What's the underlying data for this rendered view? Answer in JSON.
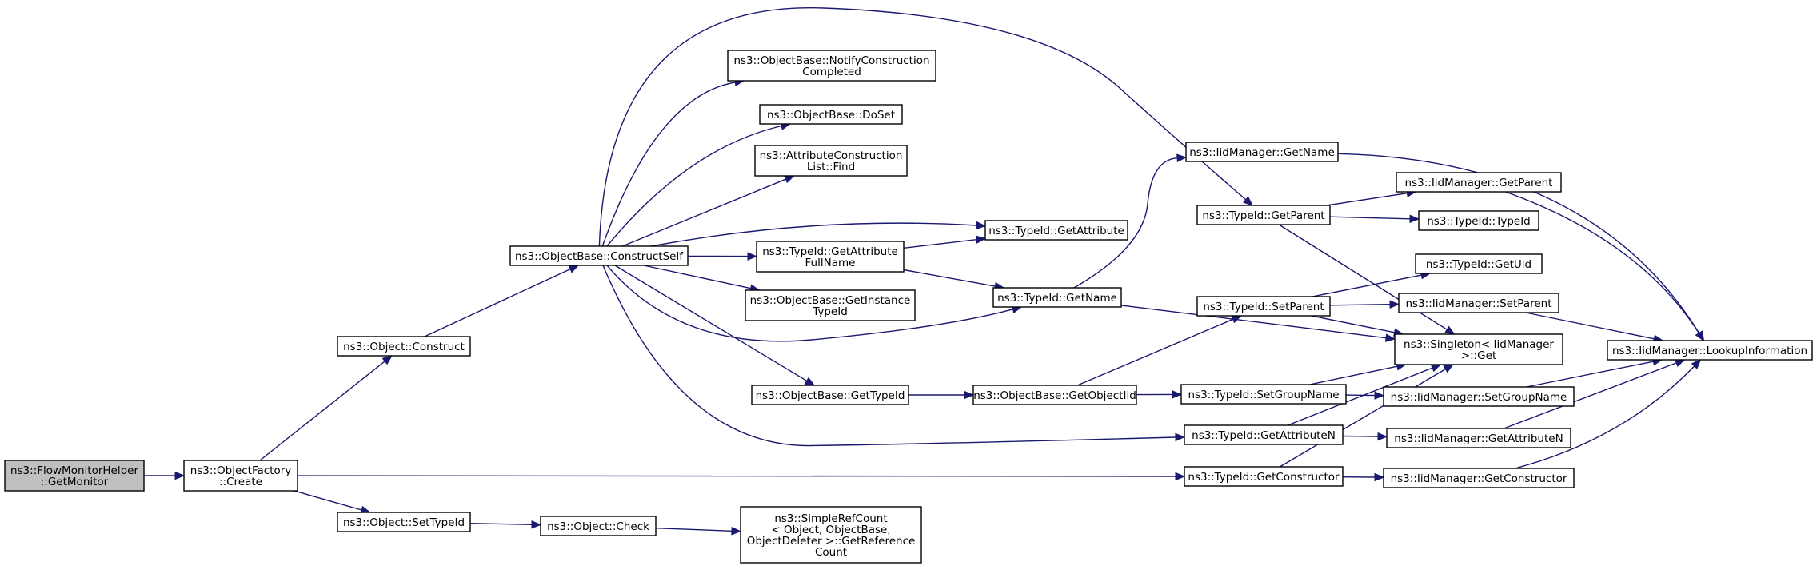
{
  "title": "",
  "colors": {
    "edge": "#191970",
    "node_fill": "#ffffff",
    "root_fill": "#bfbfbf",
    "node_border": "#000000"
  },
  "nodes": [
    {
      "id": "flowmon",
      "lines": [
        "ns3::FlowMonitorHelper",
        "::GetMonitor"
      ],
      "root": true
    },
    {
      "id": "factory_create",
      "lines": [
        "ns3::ObjectFactory",
        "::Create"
      ]
    },
    {
      "id": "obj_construct",
      "lines": [
        "ns3::Object::Construct"
      ]
    },
    {
      "id": "obj_settypeid",
      "lines": [
        "ns3::Object::SetTypeId"
      ]
    },
    {
      "id": "obj_check",
      "lines": [
        "ns3::Object::Check"
      ]
    },
    {
      "id": "simplerefcount",
      "lines": [
        "ns3::SimpleRefCount",
        "< Object, ObjectBase,",
        " ObjectDeleter >::GetReference",
        "Count"
      ]
    },
    {
      "id": "constructself",
      "lines": [
        "ns3::ObjectBase::ConstructSelf"
      ]
    },
    {
      "id": "notifyconstr",
      "lines": [
        "ns3::ObjectBase::NotifyConstruction",
        "Completed"
      ]
    },
    {
      "id": "doset",
      "lines": [
        "ns3::ObjectBase::DoSet"
      ]
    },
    {
      "id": "attrconstrfind",
      "lines": [
        "ns3::AttributeConstruction",
        "List::Find"
      ]
    },
    {
      "id": "getattrfullname",
      "lines": [
        "ns3::TypeId::GetAttribute",
        "FullName"
      ]
    },
    {
      "id": "getinstancetypeid",
      "lines": [
        "ns3::ObjectBase::GetInstance",
        "TypeId"
      ]
    },
    {
      "id": "getattribute",
      "lines": [
        "ns3::TypeId::GetAttribute"
      ]
    },
    {
      "id": "getname",
      "lines": [
        "ns3::TypeId::GetName"
      ]
    },
    {
      "id": "ob_gettypeid",
      "lines": [
        "ns3::ObjectBase::GetTypeId"
      ]
    },
    {
      "id": "getobjectiid",
      "lines": [
        "ns3::ObjectBase::GetObjectIid"
      ]
    },
    {
      "id": "iid_getname",
      "lines": [
        "ns3::IidManager::GetName"
      ]
    },
    {
      "id": "tid_getparent",
      "lines": [
        "ns3::TypeId::GetParent"
      ]
    },
    {
      "id": "tid_setparent",
      "lines": [
        "ns3::TypeId::SetParent"
      ]
    },
    {
      "id": "tid_setgroupname",
      "lines": [
        "ns3::TypeId::SetGroupName"
      ]
    },
    {
      "id": "tid_getattributen",
      "lines": [
        "ns3::TypeId::GetAttributeN"
      ]
    },
    {
      "id": "tid_getconstructor",
      "lines": [
        "ns3::TypeId::GetConstructor"
      ]
    },
    {
      "id": "iid_getparent",
      "lines": [
        "ns3::IidManager::GetParent"
      ]
    },
    {
      "id": "tid_typeid",
      "lines": [
        "ns3::TypeId::TypeId"
      ]
    },
    {
      "id": "tid_getuid",
      "lines": [
        "ns3::TypeId::GetUid"
      ]
    },
    {
      "id": "iid_setparent",
      "lines": [
        "ns3::IidManager::SetParent"
      ]
    },
    {
      "id": "singleton_get",
      "lines": [
        "ns3::Singleton< IidManager",
        " >::Get"
      ]
    },
    {
      "id": "iid_setgroupname",
      "lines": [
        "ns3::IidManager::SetGroupName"
      ]
    },
    {
      "id": "iid_getattributen",
      "lines": [
        "ns3::IidManager::GetAttributeN"
      ]
    },
    {
      "id": "iid_getconstructor",
      "lines": [
        "ns3::IidManager::GetConstructor"
      ]
    },
    {
      "id": "iid_lookup",
      "lines": [
        "ns3::IidManager::LookupInformation"
      ]
    }
  ],
  "edges": [
    [
      "flowmon",
      "factory_create"
    ],
    [
      "factory_create",
      "obj_construct"
    ],
    [
      "factory_create",
      "obj_settypeid"
    ],
    [
      "factory_create",
      "tid_getconstructor"
    ],
    [
      "obj_settypeid",
      "obj_check"
    ],
    [
      "obj_check",
      "simplerefcount"
    ],
    [
      "obj_construct",
      "constructself"
    ],
    [
      "constructself",
      "notifyconstr"
    ],
    [
      "constructself",
      "doset"
    ],
    [
      "constructself",
      "attrconstrfind"
    ],
    [
      "constructself",
      "getattribute"
    ],
    [
      "constructself",
      "getattrfullname"
    ],
    [
      "constructself",
      "getinstancetypeid"
    ],
    [
      "constructself",
      "getname"
    ],
    [
      "constructself",
      "ob_gettypeid"
    ],
    [
      "constructself",
      "tid_getparent"
    ],
    [
      "constructself",
      "tid_getattributen"
    ],
    [
      "getattrfullname",
      "getattribute"
    ],
    [
      "getattrfullname",
      "getname"
    ],
    [
      "getname",
      "iid_getname"
    ],
    [
      "getname",
      "singleton_get"
    ],
    [
      "ob_gettypeid",
      "getobjectiid"
    ],
    [
      "getobjectiid",
      "tid_setparent"
    ],
    [
      "getobjectiid",
      "tid_setgroupname"
    ],
    [
      "iid_getname",
      "iid_lookup"
    ],
    [
      "tid_getparent",
      "iid_getparent"
    ],
    [
      "tid_getparent",
      "tid_typeid"
    ],
    [
      "tid_getparent",
      "singleton_get"
    ],
    [
      "tid_setparent",
      "tid_getuid"
    ],
    [
      "tid_setparent",
      "iid_setparent"
    ],
    [
      "tid_setparent",
      "singleton_get"
    ],
    [
      "tid_setgroupname",
      "singleton_get"
    ],
    [
      "tid_setgroupname",
      "iid_setgroupname"
    ],
    [
      "tid_getattributen",
      "singleton_get"
    ],
    [
      "tid_getattributen",
      "iid_getattributen"
    ],
    [
      "tid_getconstructor",
      "singleton_get"
    ],
    [
      "tid_getconstructor",
      "iid_getconstructor"
    ],
    [
      "iid_getparent",
      "iid_lookup"
    ],
    [
      "iid_setparent",
      "iid_lookup"
    ],
    [
      "iid_setgroupname",
      "iid_lookup"
    ],
    [
      "iid_getattributen",
      "iid_lookup"
    ],
    [
      "iid_getconstructor",
      "iid_lookup"
    ]
  ]
}
